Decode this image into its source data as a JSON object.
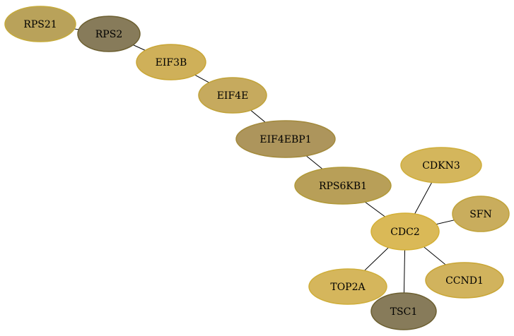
{
  "graph": {
    "nodes": [
      {
        "id": "RPS21",
        "label": "RPS21",
        "fill": "#b9a25a",
        "stroke": "#c5aa3a"
      },
      {
        "id": "RPS2",
        "label": "RPS2",
        "fill": "#877b5a",
        "stroke": "#6c5f30"
      },
      {
        "id": "EIF3B",
        "label": "EIF3B",
        "fill": "#cfb059",
        "stroke": "#c9a636"
      },
      {
        "id": "EIF4E",
        "label": "EIF4E",
        "fill": "#c6aa5e",
        "stroke": "#c1a33a"
      },
      {
        "id": "EIF4EBP1",
        "label": "EIF4EBP1",
        "fill": "#ad955c",
        "stroke": "#a38a3c"
      },
      {
        "id": "RPS6KB1",
        "label": "RPS6KB1",
        "fill": "#b89f58",
        "stroke": "#b29a39"
      },
      {
        "id": "CDKN3",
        "label": "CDKN3",
        "fill": "#d4b65c",
        "stroke": "#cfae3a"
      },
      {
        "id": "SFN",
        "label": "SFN",
        "fill": "#c9ad5d",
        "stroke": "#c1a33a"
      },
      {
        "id": "CDC2",
        "label": "CDC2",
        "fill": "#dab957",
        "stroke": "#d4b035"
      },
      {
        "id": "TOP2A",
        "label": "TOP2A",
        "fill": "#d5b65c",
        "stroke": "#cfae3a"
      },
      {
        "id": "CCND1",
        "label": "CCND1",
        "fill": "#d1b35d",
        "stroke": "#c9a636"
      },
      {
        "id": "TSC1",
        "label": "TSC1",
        "fill": "#877b5a",
        "stroke": "#6c5f30"
      }
    ],
    "edges": [
      {
        "from": "RPS21",
        "to": "RPS2"
      },
      {
        "from": "RPS2",
        "to": "EIF3B"
      },
      {
        "from": "EIF3B",
        "to": "EIF4E"
      },
      {
        "from": "EIF4E",
        "to": "EIF4EBP1"
      },
      {
        "from": "EIF4EBP1",
        "to": "RPS6KB1"
      },
      {
        "from": "RPS6KB1",
        "to": "CDC2"
      },
      {
        "from": "CDKN3",
        "to": "CDC2"
      },
      {
        "from": "SFN",
        "to": "CDC2"
      },
      {
        "from": "CDC2",
        "to": "TOP2A"
      },
      {
        "from": "CDC2",
        "to": "CCND1"
      },
      {
        "from": "CDC2",
        "to": "TSC1"
      }
    ],
    "edge_color": "#000000"
  }
}
